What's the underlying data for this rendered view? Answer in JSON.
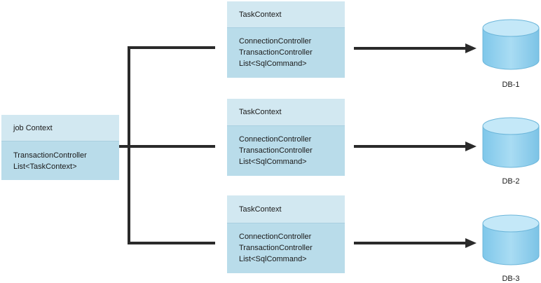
{
  "job": {
    "title": "job Context",
    "lines": [
      "TransactionController",
      "List<TaskContext>"
    ]
  },
  "tasks": [
    {
      "title": "TaskContext",
      "lines": [
        "ConnectionController",
        "TransactionController",
        "List<SqlCommand>"
      ]
    },
    {
      "title": "TaskContext",
      "lines": [
        "ConnectionController",
        "TransactionController",
        "List<SqlCommand>"
      ]
    },
    {
      "title": "TaskContext",
      "lines": [
        "ConnectionController",
        "TransactionController",
        "List<SqlCommand>"
      ]
    }
  ],
  "databases": [
    "DB-1",
    "DB-2",
    "DB-3"
  ],
  "colors": {
    "box_header": "#d2e8f1",
    "box_body": "#b9dcea",
    "connector": "#2a2a2a",
    "db_fill": "#8fd0ef",
    "db_top": "#c4e8f8"
  }
}
